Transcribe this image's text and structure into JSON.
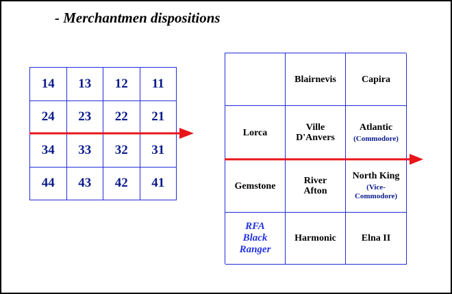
{
  "title": "- Merchantmen dispositions",
  "left_grid": {
    "rows": [
      [
        "14",
        "13",
        "12",
        "11"
      ],
      [
        "24",
        "23",
        "22",
        "21"
      ],
      [
        "34",
        "33",
        "32",
        "31"
      ],
      [
        "44",
        "43",
        "42",
        "41"
      ]
    ]
  },
  "right_grid": {
    "r0": {
      "c0": "",
      "c1": "Blairnevis",
      "c2": "Capira"
    },
    "r1": {
      "c0": "Lorca",
      "c1a": "Ville",
      "c1b": "D'Anvers",
      "c2": "Atlantic",
      "c2_note": "(Commodore)"
    },
    "r2": {
      "c0": "Gemstone",
      "c1a": "River",
      "c1b": "Afton",
      "c2": "North King",
      "c2_note_a": "(Vice-",
      "c2_note_b": "Commodore)"
    },
    "r3": {
      "c0a": "RFA",
      "c0b": "Black",
      "c0c": "Ranger",
      "c1": "Harmonic",
      "c2": "Elna II"
    }
  },
  "colors": {
    "grid_line": "#1f2ad8",
    "number_text": "#0a1a8a",
    "arrow": "#e8141a",
    "rfa_text": "#2233e0"
  }
}
